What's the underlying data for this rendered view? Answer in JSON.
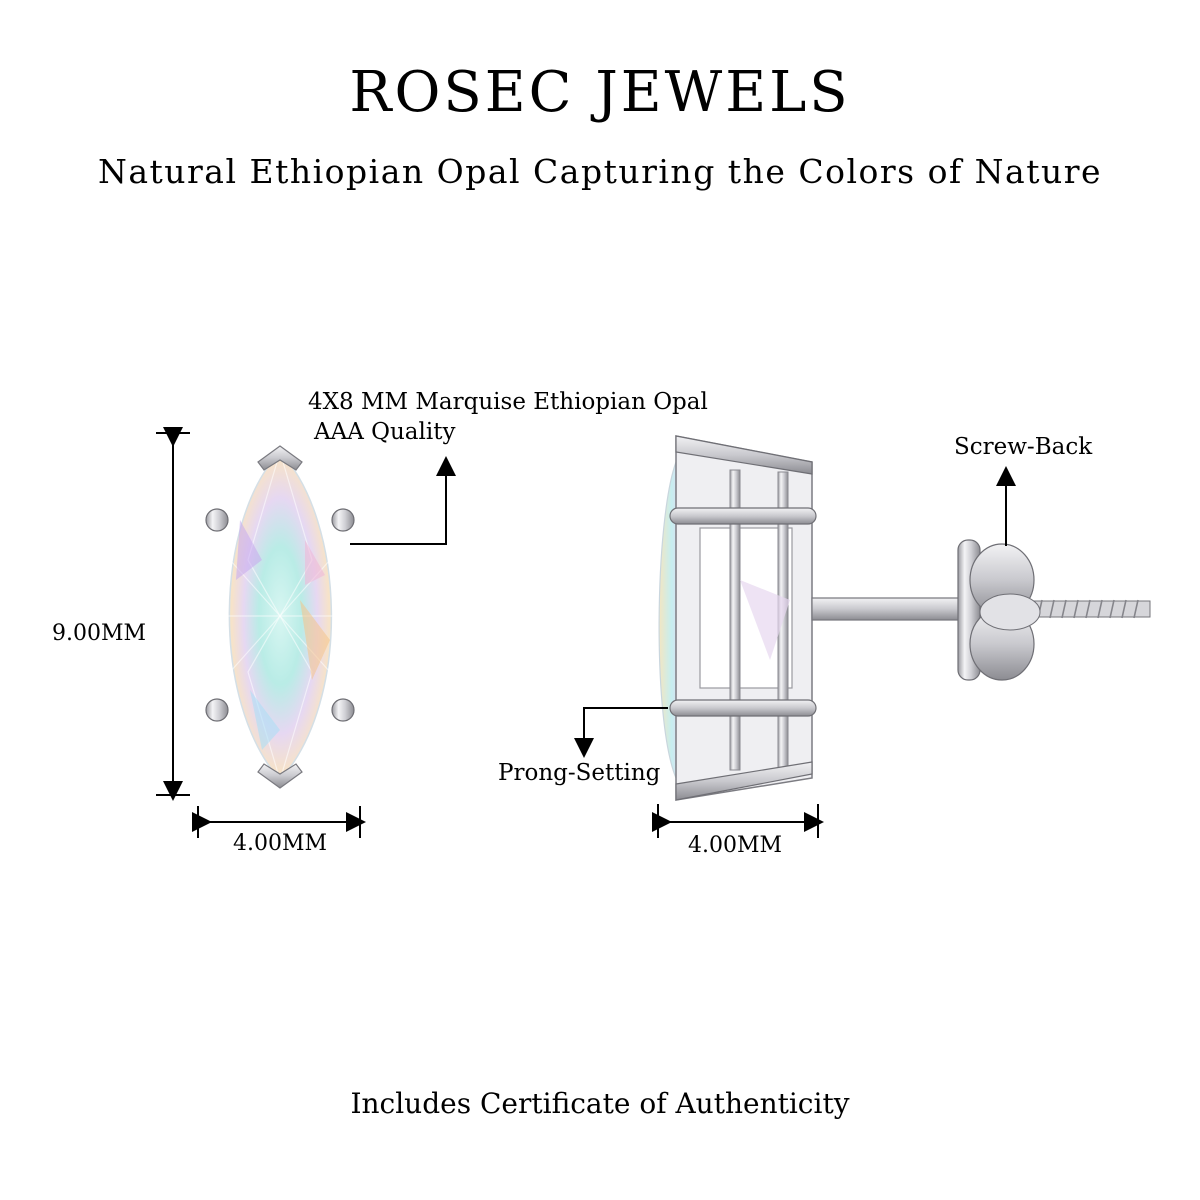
{
  "header": {
    "brand": "ROSEC JEWELS",
    "subtitle": "Natural Ethiopian Opal Capturing the Colors of Nature"
  },
  "front_view": {
    "stone_label_line1": "4X8 MM Marquise Ethiopian Opal",
    "stone_label_line2": "AAA Quality",
    "height_dimension": "9.00MM",
    "width_dimension": "4.00MM"
  },
  "side_view": {
    "screw_back_label": "Screw-Back",
    "prong_setting_label": "Prong-Setting",
    "width_dimension": "4.00MM"
  },
  "footer": {
    "certificate_note": "Includes Certificate of Authenticity"
  },
  "colors": {
    "opal_base": "#bfeee8",
    "metal": "#d8d8dc",
    "metal_shadow": "#8a8a90"
  }
}
